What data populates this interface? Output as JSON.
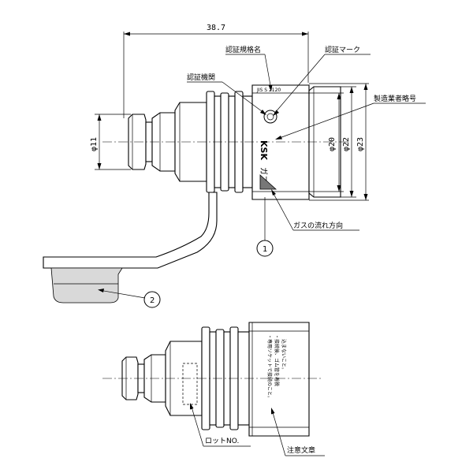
{
  "dimensions": {
    "length": "38.7",
    "d11": "φ11",
    "d20": "φ20",
    "d22": "φ22",
    "d23": "φ23"
  },
  "labels": {
    "cert_standard_name": "認証規格名",
    "cert_mark": "認証マーク",
    "cert_body": "認証機関",
    "manufacturer_abbr": "製造業者略号",
    "gas_flow_direction": "ガスの流れ方向",
    "lot_no": "ロットNO.",
    "caution_text": "注意文章"
  },
  "markings": {
    "brand": "KSK",
    "gas": "ガス",
    "jis": "JIS S 2120",
    "caution_line1": "・専用ソケットで接続のこと。",
    "caution_line2": "・接続後、ゴム管を着脱",
    "caution_line3": "　込まないこと。"
  },
  "balloons": {
    "one": "1",
    "two": "2"
  }
}
